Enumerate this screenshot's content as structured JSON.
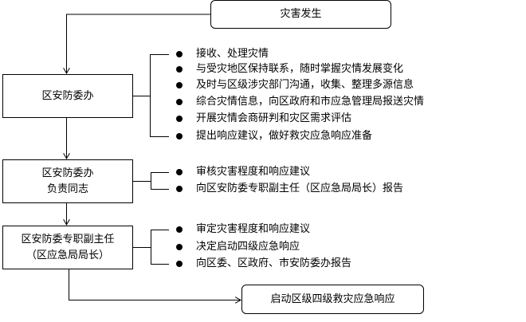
{
  "start": {
    "label": "灾害发生"
  },
  "steps": [
    {
      "lines": [
        "区安防委办"
      ],
      "items": [
        "接收、处理灾情",
        "与受灾地区保持联系，随时掌握灾情发展变化",
        "及时与区级涉灾部门沟通，收集、整理多源信息",
        "综合灾情信息，向区政府和市应急管理局报送灾情",
        "开展灾情会商研判和灾区需求评估",
        "提出响应建议，做好救灾应急响应准备"
      ]
    },
    {
      "lines": [
        "区安防委办",
        "负责同志"
      ],
      "items": [
        "审核灾害程度和响应建议",
        "向区安防委专职副主任（区应急局局长）报告"
      ]
    },
    {
      "lines": [
        "区安防委专职副主任",
        "（区应急局局长）"
      ],
      "items": [
        "审定灾害程度和响应建议",
        "决定启动四级应急响应",
        "向区委、区政府、市安防委办报告"
      ]
    }
  ],
  "end": {
    "label": "启动区级四级救灾应急响应"
  }
}
